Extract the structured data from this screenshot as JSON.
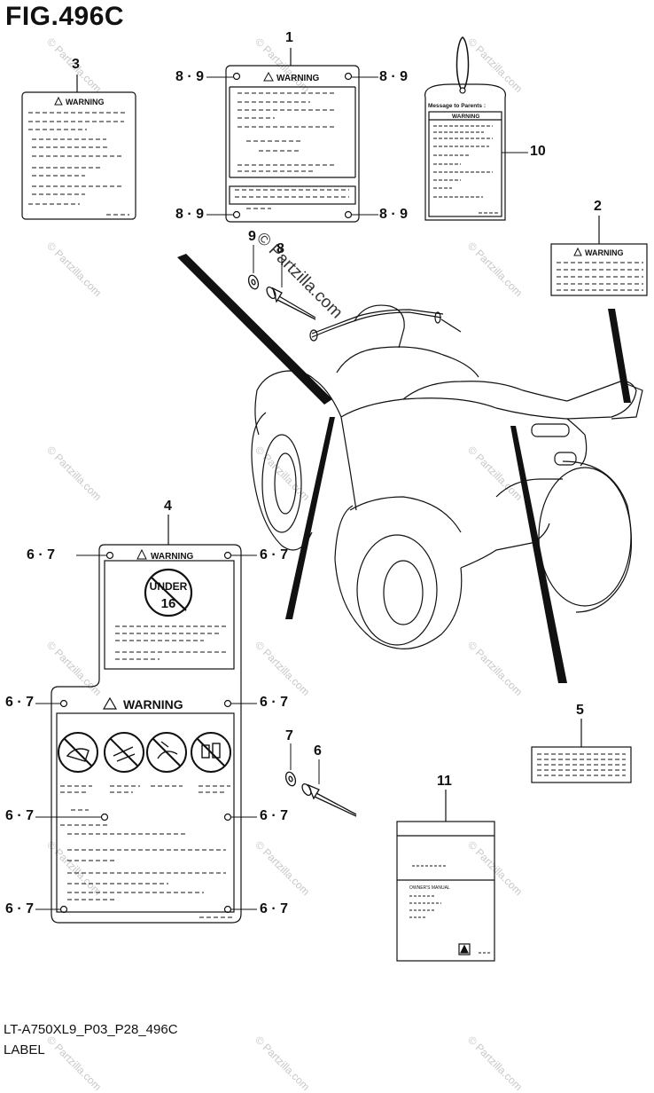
{
  "figure": {
    "title": "FIG.496C",
    "code": "LT-A750XL9_P03_P28_496C",
    "section": "LABEL"
  },
  "callouts": {
    "c1": "1",
    "c2": "2",
    "c3": "3",
    "c4": "4",
    "c5": "5",
    "c6": "6",
    "c7": "7",
    "c8": "8",
    "c9": "9",
    "c10": "10",
    "c11": "11",
    "c67": "6 · 7",
    "c89": "8 · 9"
  },
  "labels": {
    "warning": "WARNING",
    "parents_tag": "Message to Parents :",
    "under16_top": "UNDER",
    "under16_num": "16",
    "manual_title": "OWNER'S MANUAL"
  },
  "watermark": {
    "text": "© Partzilla.com"
  },
  "colors": {
    "line": "#111111",
    "watermark": "#c8c8c8"
  }
}
